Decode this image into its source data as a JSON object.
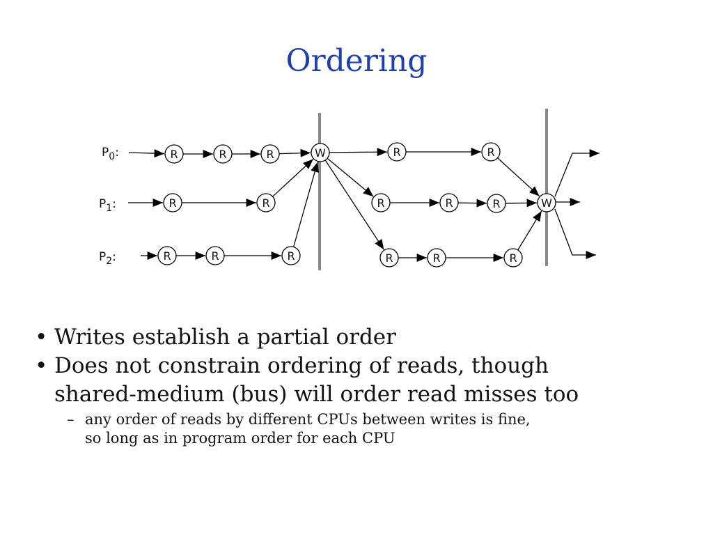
{
  "slide": {
    "title": "Ordering"
  },
  "diagram": {
    "processors": [
      {
        "name": "P",
        "sub": "0",
        "colon": ":"
      },
      {
        "name": "P",
        "sub": "1",
        "colon": ":"
      },
      {
        "name": "P",
        "sub": "2",
        "colon": ":"
      }
    ],
    "read_label": "R",
    "write_label": "W"
  },
  "bullets": [
    {
      "marker": "•",
      "lines": [
        "Writes establish a partial order"
      ]
    },
    {
      "marker": "•",
      "lines": [
        "Does not constrain ordering of reads, though",
        "shared-medium (bus) will order read misses too"
      ]
    }
  ],
  "sub_bullets": [
    {
      "marker": "–",
      "lines": [
        "any order of reads by different CPUs between writes is fine,",
        "so long as in program order for each CPU"
      ]
    }
  ]
}
